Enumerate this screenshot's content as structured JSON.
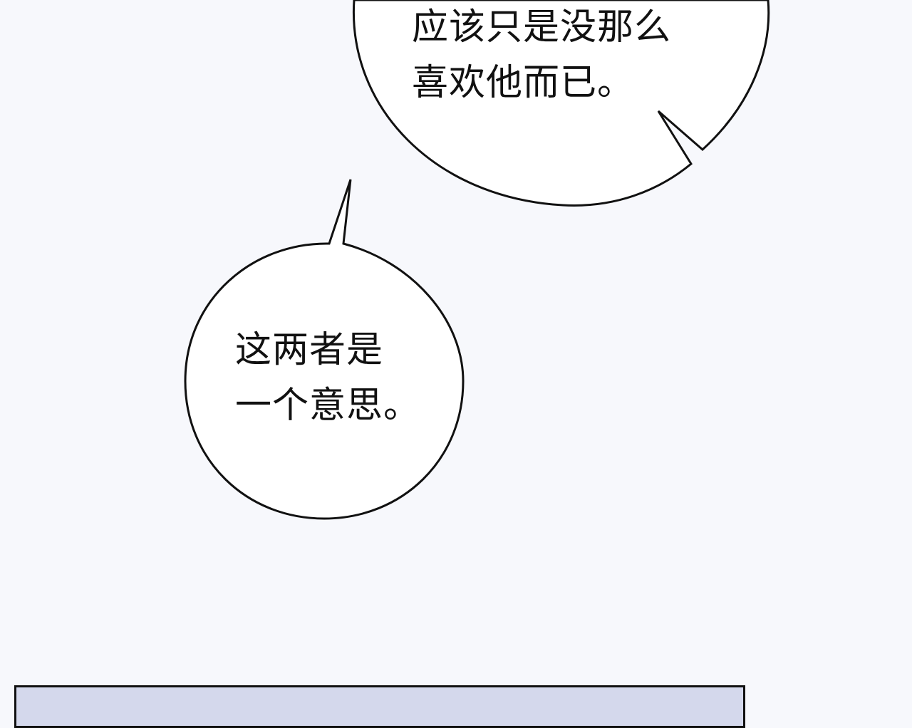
{
  "comic": {
    "bubble_top": {
      "line1": "应该只是没那么",
      "line2": "喜欢他而已。"
    },
    "bubble_bottom": {
      "line1": "这两者是",
      "line2": "一个意思。"
    }
  },
  "colors": {
    "background": "#f7f8fc",
    "bubble_fill": "#ffffff",
    "outline": "#111111",
    "panel_fill": "#d4d8ec"
  }
}
